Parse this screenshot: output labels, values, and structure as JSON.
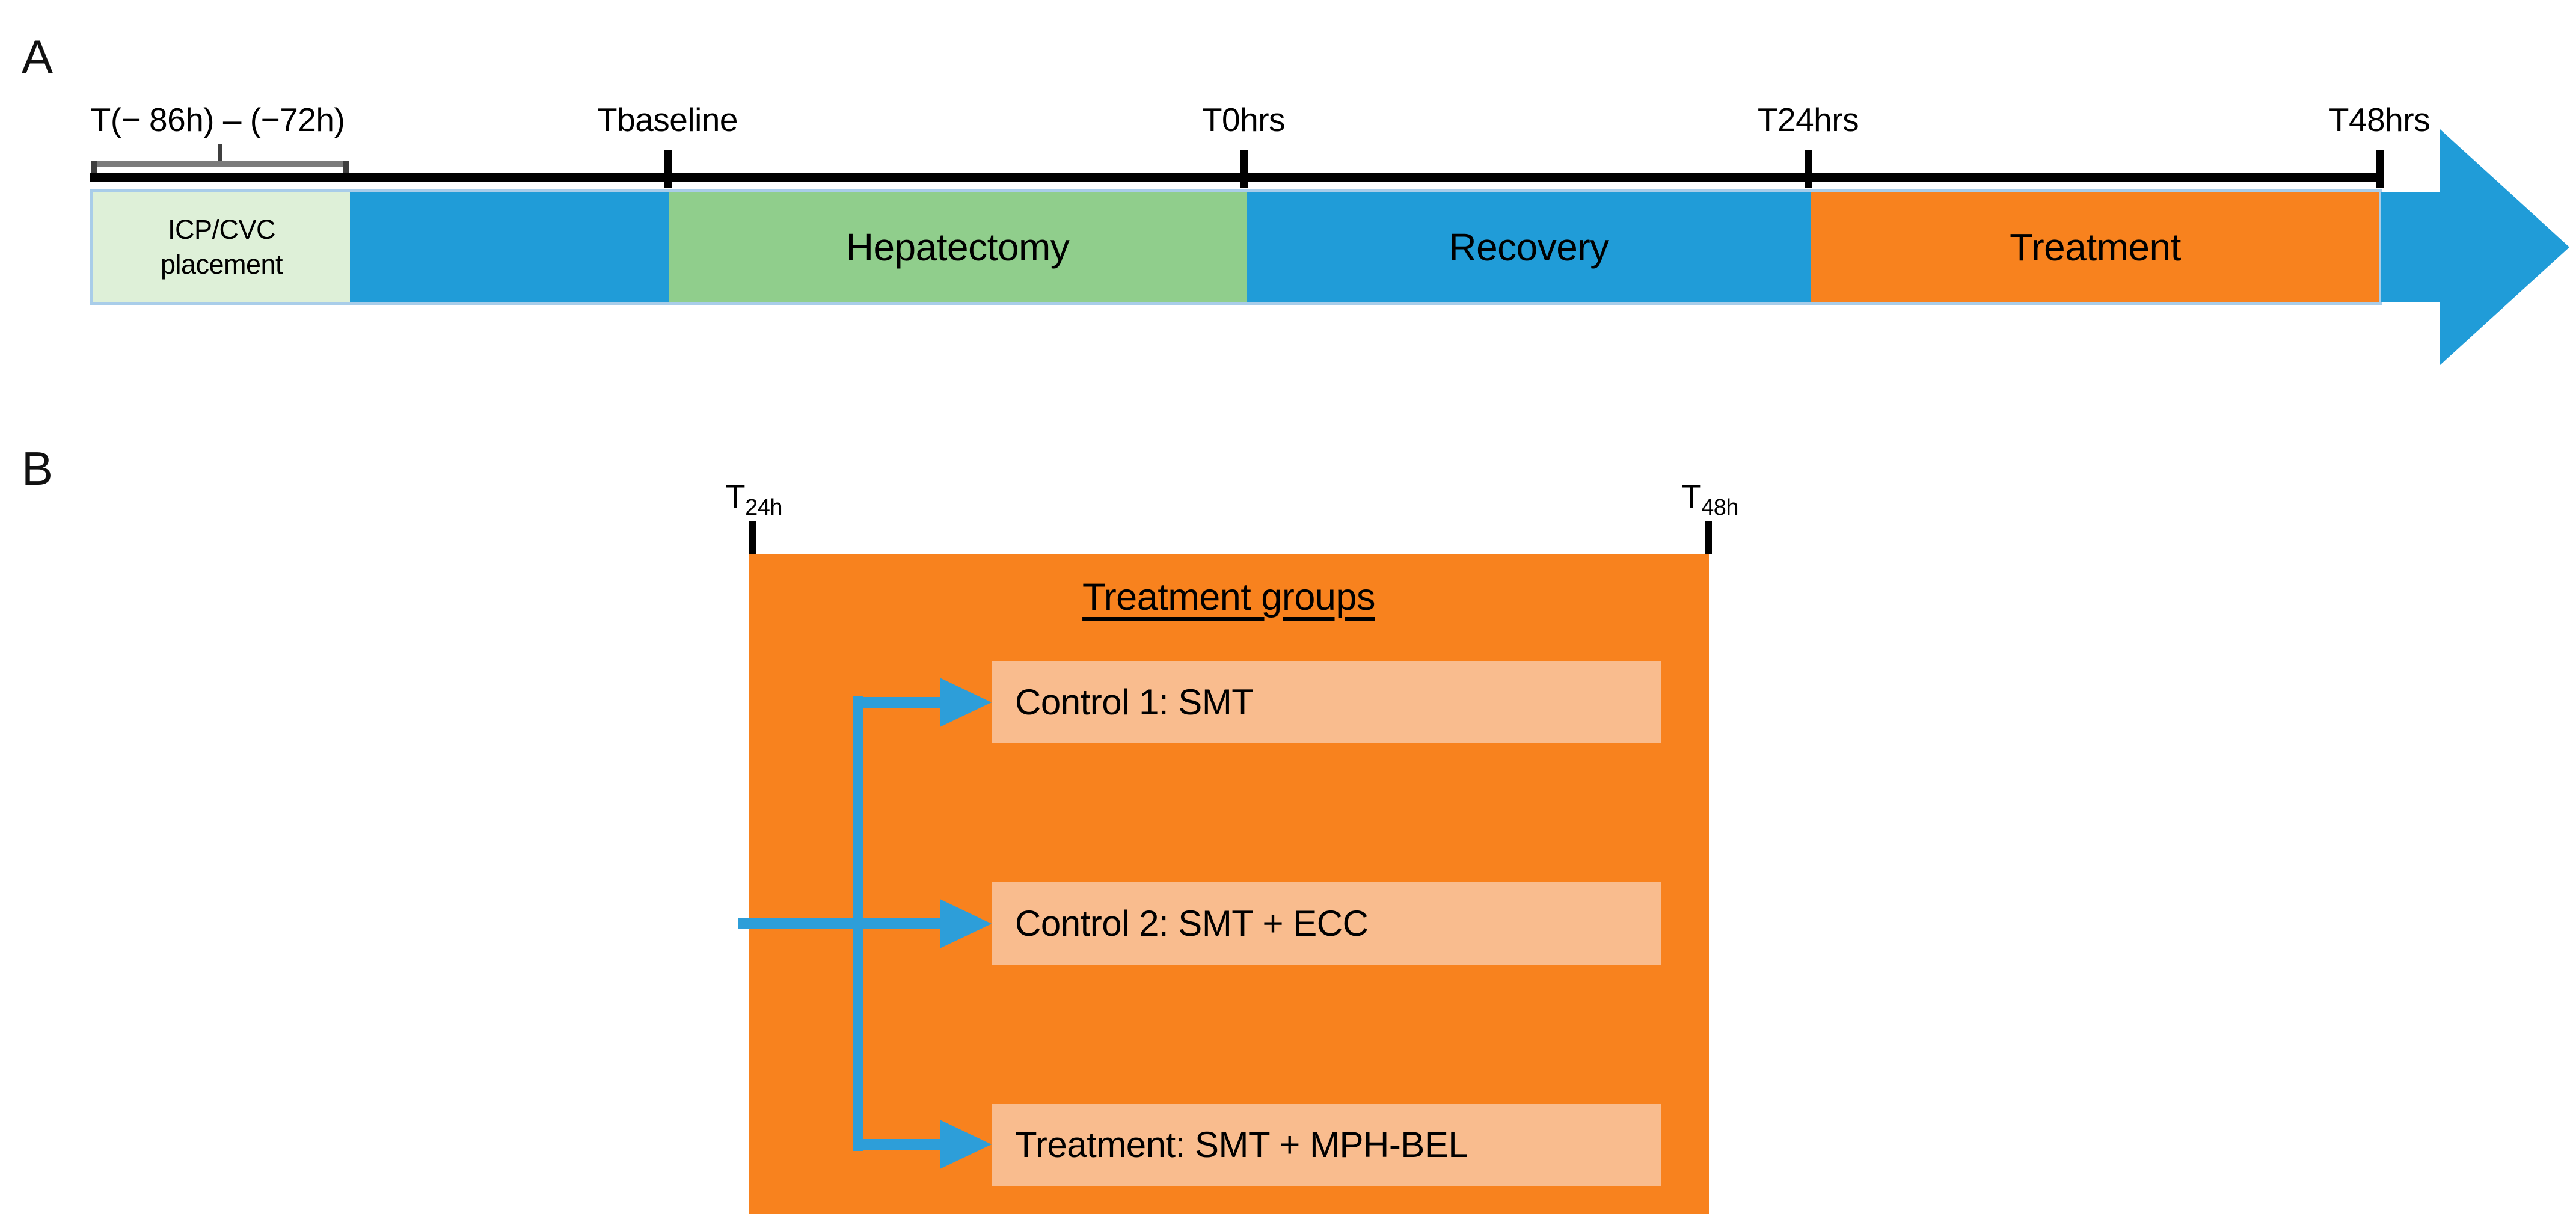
{
  "panel_a": {
    "label": "A",
    "range_label": "T(− 86h) – (−72h)",
    "tick_labels": [
      "Tbaseline",
      "T0hrs",
      "T24hrs",
      "T48hrs"
    ],
    "segments": {
      "icp": "ICP/CVC placement",
      "hepatectomy": "Hepatectomy",
      "recovery": "Recovery",
      "treatment": "Treatment"
    }
  },
  "panel_b": {
    "label": "B",
    "tick_24": {
      "base": "T",
      "sub": "24h"
    },
    "tick_48": {
      "base": "T",
      "sub": "48h"
    },
    "title": "Treatment groups",
    "groups": [
      "Control 1: SMT",
      "Control 2: SMT + ECC",
      "Treatment: SMT + MPH-BEL"
    ]
  },
  "colors": {
    "timeline_blue": "#209cd8",
    "arrow_blue": "#2d9ed9",
    "green": "#90ce8c",
    "light_green": "#def0d8",
    "orange": "#f8821e",
    "light_orange": "#f9bc8e",
    "bar_outline": "#a9cde9",
    "text": "#000000"
  }
}
